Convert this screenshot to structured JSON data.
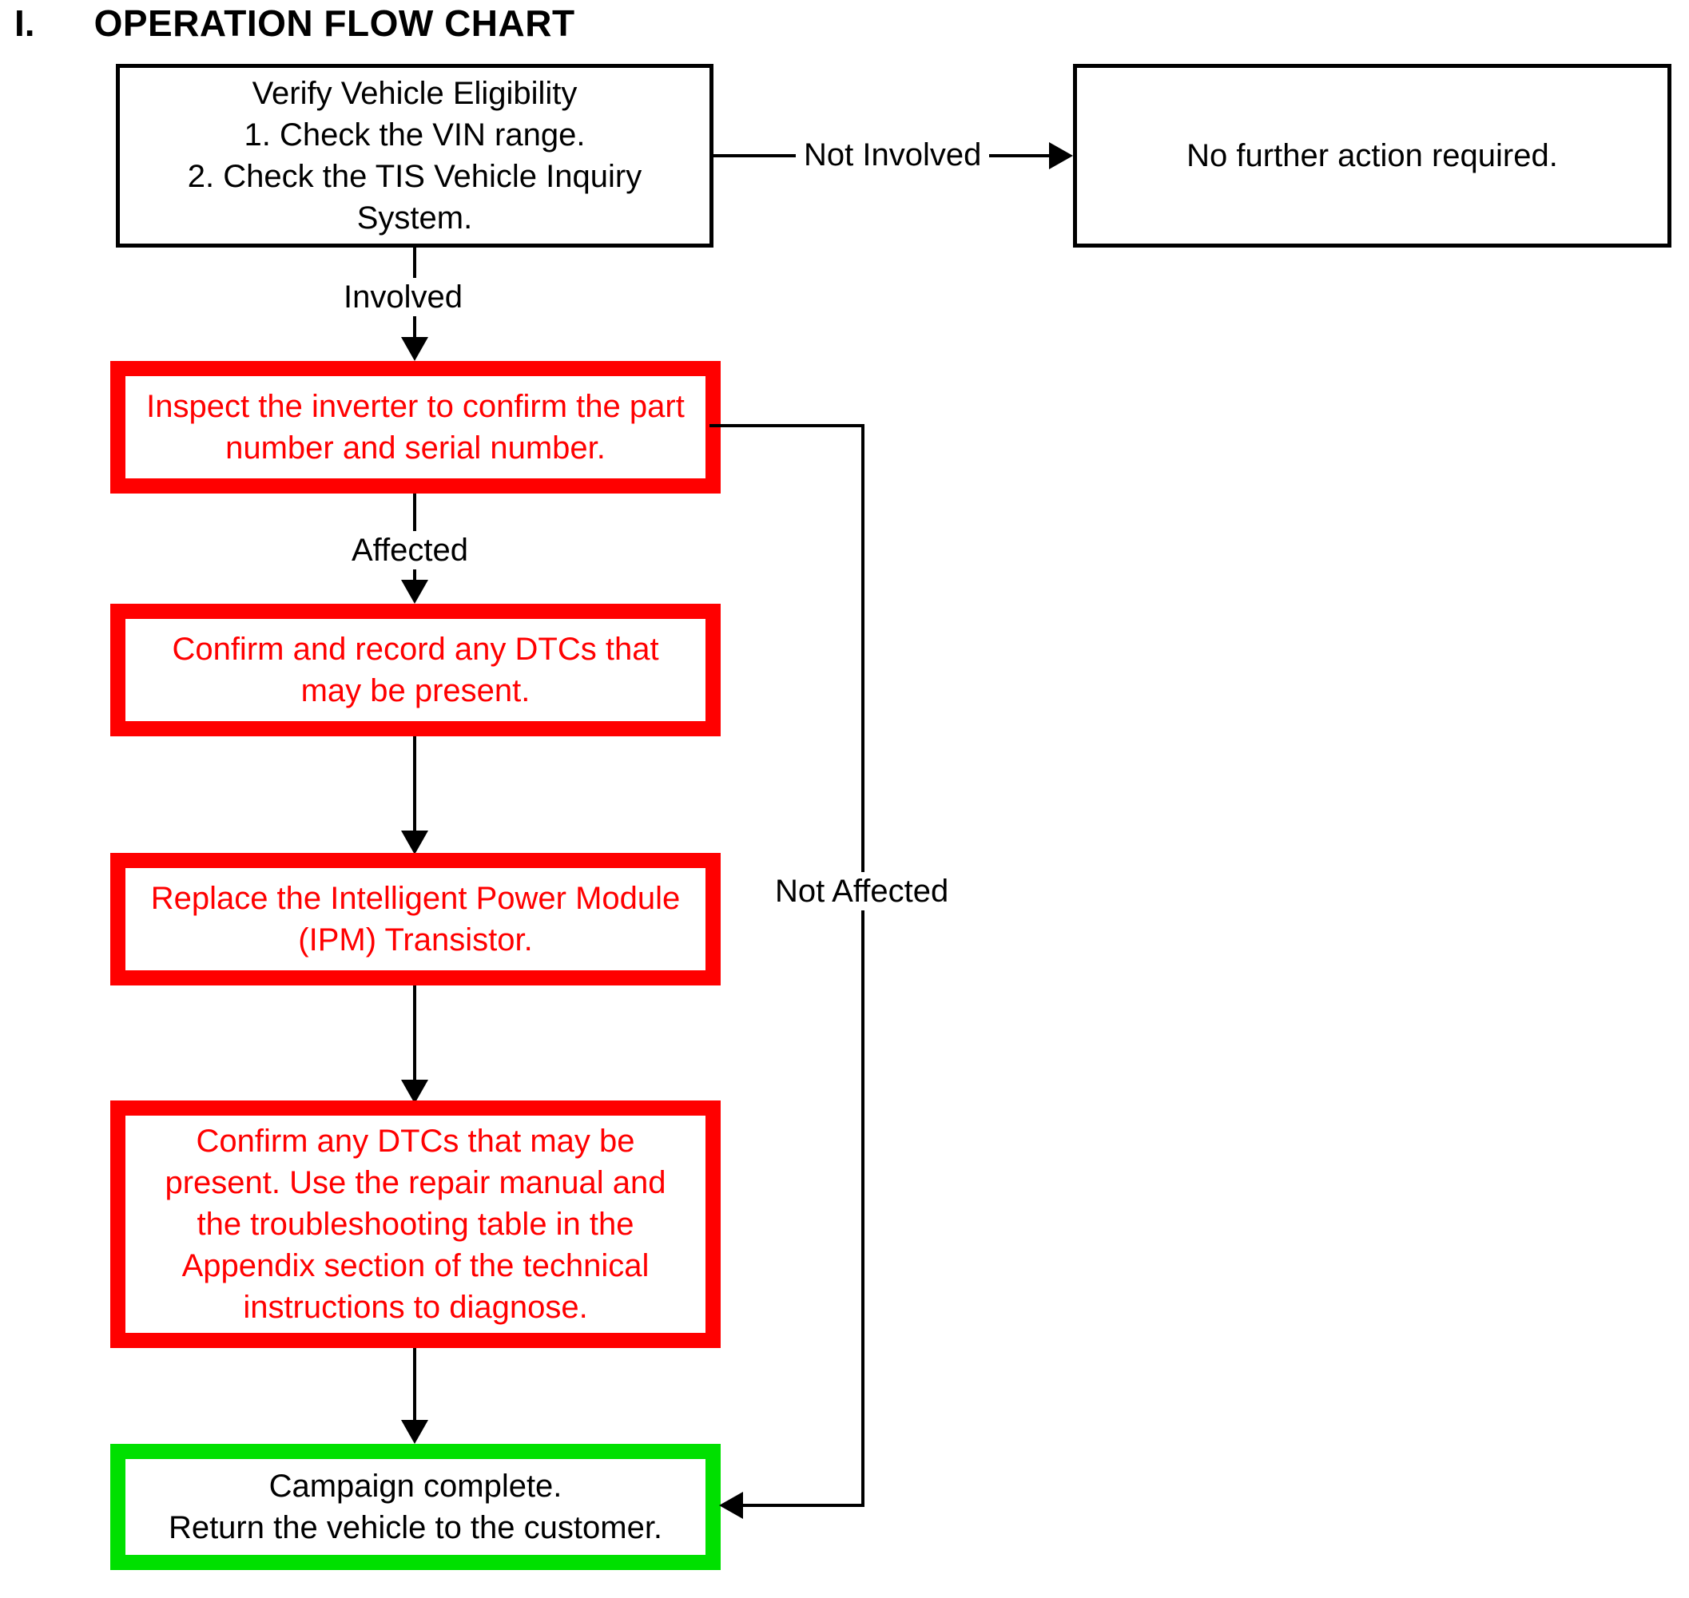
{
  "title": {
    "numeral": "I.",
    "text": "OPERATION FLOW CHART"
  },
  "colors": {
    "red": "#ff0000",
    "green": "#00e000",
    "black": "#000000",
    "background": "#ffffff"
  },
  "chart_data": {
    "type": "diagram",
    "diagram_kind": "flowchart",
    "title": "OPERATION FLOW CHART",
    "nodes": [
      {
        "id": "verify",
        "label": "Verify Vehicle Eligibility\n1. Check the VIN range.\n2. Check the TIS Vehicle Inquiry System.",
        "style": "black-outline",
        "text_color": "#000000"
      },
      {
        "id": "no-action",
        "label": "No further action required.",
        "style": "black-outline",
        "text_color": "#000000"
      },
      {
        "id": "inspect-inverter",
        "label": "Inspect the inverter to confirm the part number and serial number.",
        "style": "red-outline",
        "text_color": "#ff0000"
      },
      {
        "id": "record-dtcs",
        "label": "Confirm and record any DTCs that may be present.",
        "style": "red-outline",
        "text_color": "#ff0000"
      },
      {
        "id": "replace-ipm",
        "label": "Replace the Intelligent Power Module (IPM) Transistor.",
        "style": "red-outline",
        "text_color": "#ff0000"
      },
      {
        "id": "confirm-dtcs",
        "label": "Confirm any DTCs that may be present. Use the repair manual and the troubleshooting table in the Appendix section of the technical instructions to diagnose.",
        "style": "red-outline",
        "text_color": "#ff0000"
      },
      {
        "id": "campaign-complete",
        "label": "Campaign complete.\nReturn the vehicle to the customer.",
        "style": "green-outline",
        "text_color": "#000000"
      }
    ],
    "edges": [
      {
        "from": "verify",
        "to": "no-action",
        "label": "Not Involved"
      },
      {
        "from": "verify",
        "to": "inspect-inverter",
        "label": "Involved"
      },
      {
        "from": "inspect-inverter",
        "to": "record-dtcs",
        "label": "Affected"
      },
      {
        "from": "inspect-inverter",
        "to": "campaign-complete",
        "label": "Not Affected"
      },
      {
        "from": "record-dtcs",
        "to": "replace-ipm",
        "label": ""
      },
      {
        "from": "replace-ipm",
        "to": "confirm-dtcs",
        "label": ""
      },
      {
        "from": "confirm-dtcs",
        "to": "campaign-complete",
        "label": ""
      }
    ]
  },
  "nodes": {
    "verify": {
      "line1": "Verify Vehicle Eligibility",
      "line2": "1. Check the VIN range.",
      "line3": "2. Check the TIS Vehicle Inquiry",
      "line4": "System.",
      "text": "Verify Vehicle Eligibility\n1. Check the VIN range.\n2. Check the TIS Vehicle Inquiry\nSystem."
    },
    "no_action": {
      "text": "No further action required."
    },
    "inspect_inverter": {
      "text": "Inspect the inverter to confirm the part\nnumber and serial number."
    },
    "record_dtcs": {
      "text": "Confirm and record any DTCs that\nmay be present."
    },
    "replace_ipm": {
      "text": "Replace the Intelligent Power Module\n(IPM) Transistor."
    },
    "confirm_dtcs": {
      "text": "Confirm any DTCs that may be\npresent. Use the repair manual and\nthe troubleshooting table in the\nAppendix section of the technical\ninstructions to diagnose."
    },
    "campaign_complete": {
      "text": "Campaign complete.\nReturn the vehicle to the customer."
    }
  },
  "labels": {
    "not_involved": "Not Involved",
    "involved": "Involved",
    "affected": "Affected",
    "not_affected": "Not Affected"
  }
}
